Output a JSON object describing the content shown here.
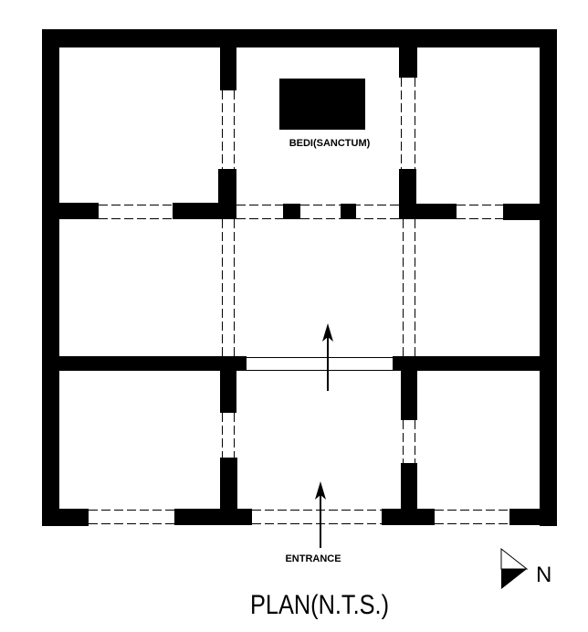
{
  "diagram": {
    "sanctum_label": "BEDI(SANCTUM)",
    "entrance_label": "ENTRANCE",
    "north_label": "N",
    "title": "PLAN(N.T.S.)"
  },
  "colors": {
    "wall": "#000000",
    "background": "#ffffff"
  }
}
